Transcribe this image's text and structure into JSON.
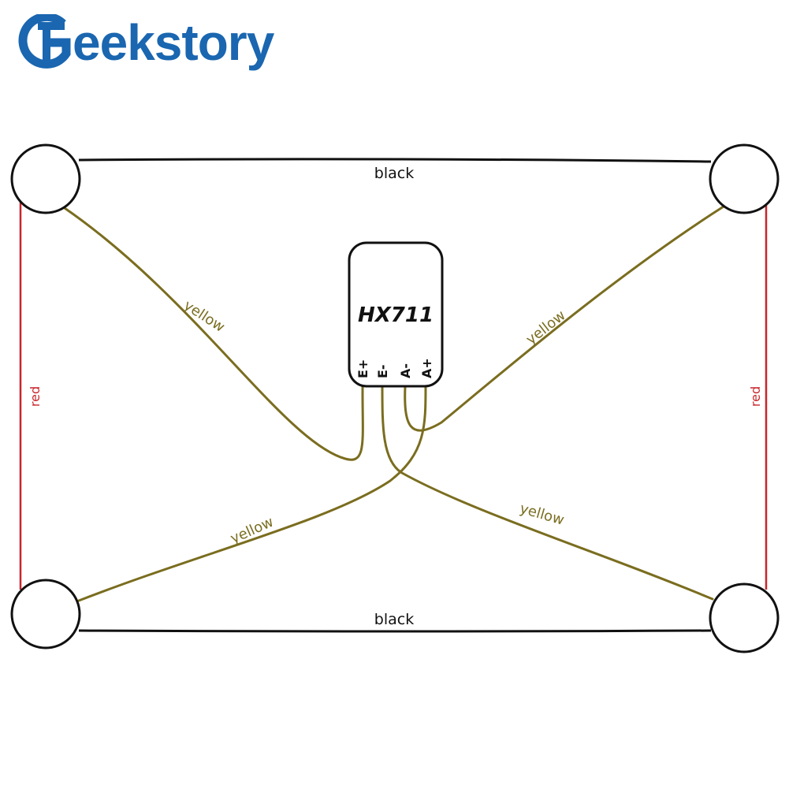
{
  "logo": {
    "text": "eekstory",
    "brand_color": "#1a66b0"
  },
  "module": {
    "name": "HX711",
    "pins": [
      "E+",
      "E-",
      "A-",
      "A+"
    ]
  },
  "wires": {
    "top": "black",
    "bottom": "black",
    "left": "red",
    "right": "red",
    "diag_top_left": "yellow",
    "diag_top_right": "yellow",
    "diag_bottom_left": "yellow",
    "diag_bottom_right": "yellow"
  },
  "colors": {
    "black": "#111111",
    "red": "#c8262a",
    "yellow": "#7a6d1f"
  },
  "load_cells": [
    "top-left",
    "top-right",
    "bottom-left",
    "bottom-right"
  ]
}
